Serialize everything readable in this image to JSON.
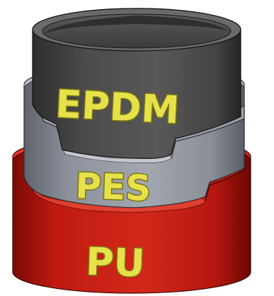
{
  "layers": [
    {
      "key": "inner",
      "label": "EPDM",
      "color": "#4a4a4a"
    },
    {
      "key": "middle",
      "label": "PES",
      "color": "#8a8e99"
    },
    {
      "key": "outer",
      "label": "PU",
      "color": "#c0180f"
    }
  ],
  "label_color": "#e6e04a",
  "label_outline_color": "#7a7410"
}
